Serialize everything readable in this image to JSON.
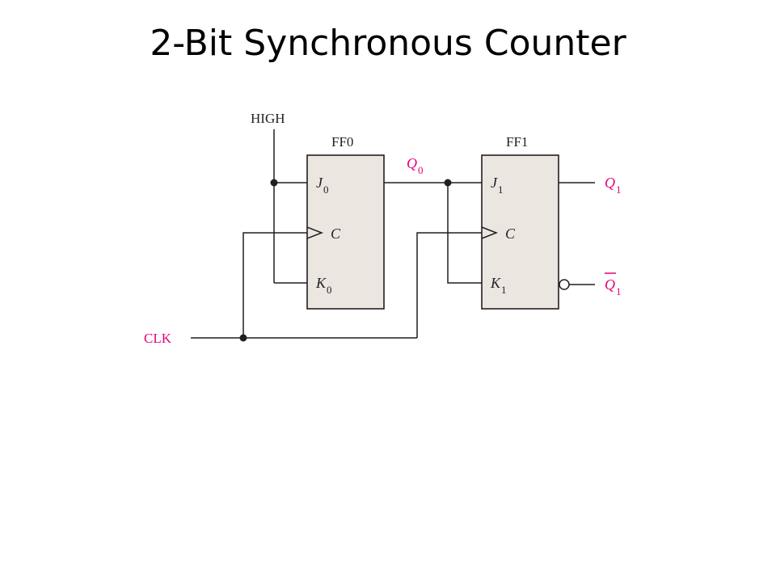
{
  "slide": {
    "title": "2-Bit Synchronous Counter"
  },
  "circuit": {
    "high_label": "HIGH",
    "clk_label": "CLK",
    "ff0": {
      "name": "FF0",
      "j": "J",
      "j_sub": "0",
      "c": "C",
      "k": "K",
      "k_sub": "0"
    },
    "ff1": {
      "name": "FF1",
      "j": "J",
      "j_sub": "1",
      "c": "C",
      "k": "K",
      "k_sub": "1"
    },
    "q0_label": "Q",
    "q0_sub": "0",
    "q1_label": "Q",
    "q1_sub": "1",
    "q1bar_label": "Q",
    "q1bar_sub": "1"
  },
  "colors": {
    "signal_label": "#e6007e",
    "box_fill": "#ebe6e0",
    "wire": "#231f20"
  }
}
